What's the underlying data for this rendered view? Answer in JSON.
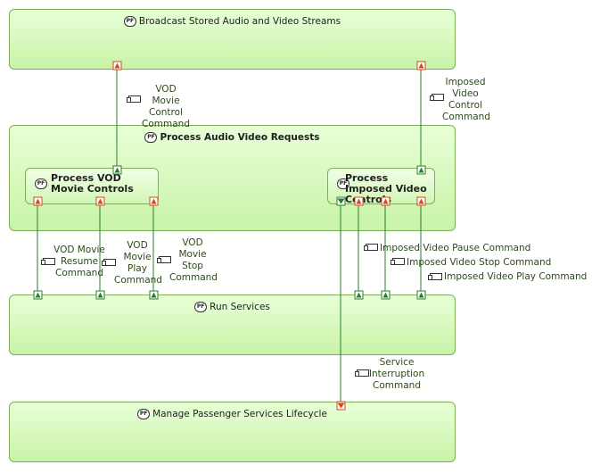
{
  "blocks": {
    "broadcast": "Broadcast Stored Audio and Video Streams",
    "process_requests": "Process Audio Video Requests",
    "run_services": "Run Services",
    "manage_lifecycle": "Manage Passenger Services Lifecycle",
    "vod_controls": "Process VOD Movie Controls",
    "imposed_controls": "Process Imposed Video Controls"
  },
  "badge": "PF",
  "labels": {
    "vod_movie_control": "VOD Movie Control Command",
    "imposed_video_control": "Imposed Video Control Command",
    "vod_movie_resume": "VOD Movie Resume Command",
    "vod_movie_play": "VOD Movie Play Command",
    "vod_movie_stop": "VOD Movie Stop Command",
    "imposed_pause": "Imposed Video Pause Command",
    "imposed_stop": "Imposed Video Stop Command",
    "imposed_play": "Imposed Video Play Command",
    "service_interruption": "Service Interruption Command"
  },
  "colors": {
    "out_port": "#d14a1e",
    "in_port": "#2d7d2d",
    "wire": "#2d7d2d"
  }
}
